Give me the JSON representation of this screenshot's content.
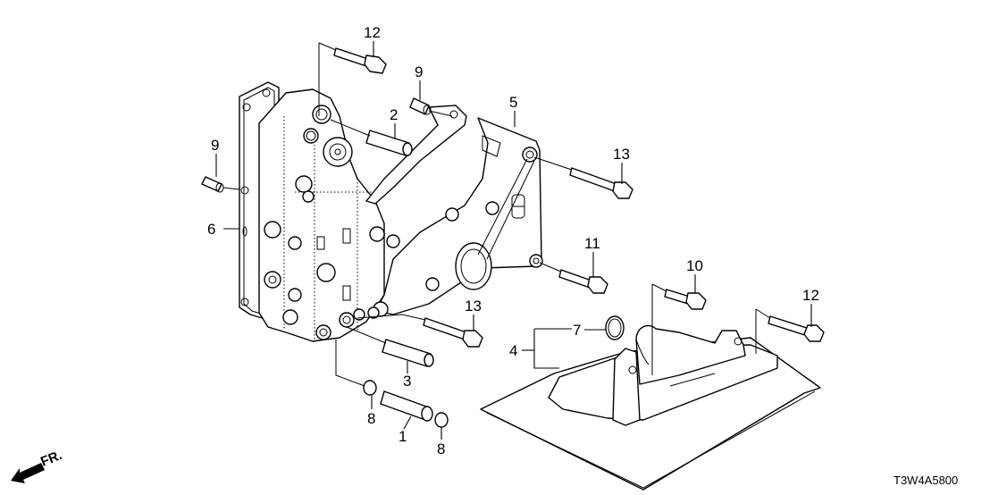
{
  "diagram": {
    "type": "exploded parts diagram",
    "diagram_code": "T3W4A5800",
    "direction_indicator": "FR.",
    "callouts": [
      {
        "id": "c1",
        "label": "1"
      },
      {
        "id": "c2",
        "label": "2"
      },
      {
        "id": "c3",
        "label": "3"
      },
      {
        "id": "c4",
        "label": "4"
      },
      {
        "id": "c5",
        "label": "5"
      },
      {
        "id": "c6",
        "label": "6"
      },
      {
        "id": "c7",
        "label": "7"
      },
      {
        "id": "c8a",
        "label": "8"
      },
      {
        "id": "c8b",
        "label": "8"
      },
      {
        "id": "c9a",
        "label": "9"
      },
      {
        "id": "c9b",
        "label": "9"
      },
      {
        "id": "c10",
        "label": "10"
      },
      {
        "id": "c11",
        "label": "11"
      },
      {
        "id": "c12a",
        "label": "12"
      },
      {
        "id": "c12b",
        "label": "12"
      },
      {
        "id": "c13a",
        "label": "13"
      },
      {
        "id": "c13b",
        "label": "13"
      }
    ]
  }
}
